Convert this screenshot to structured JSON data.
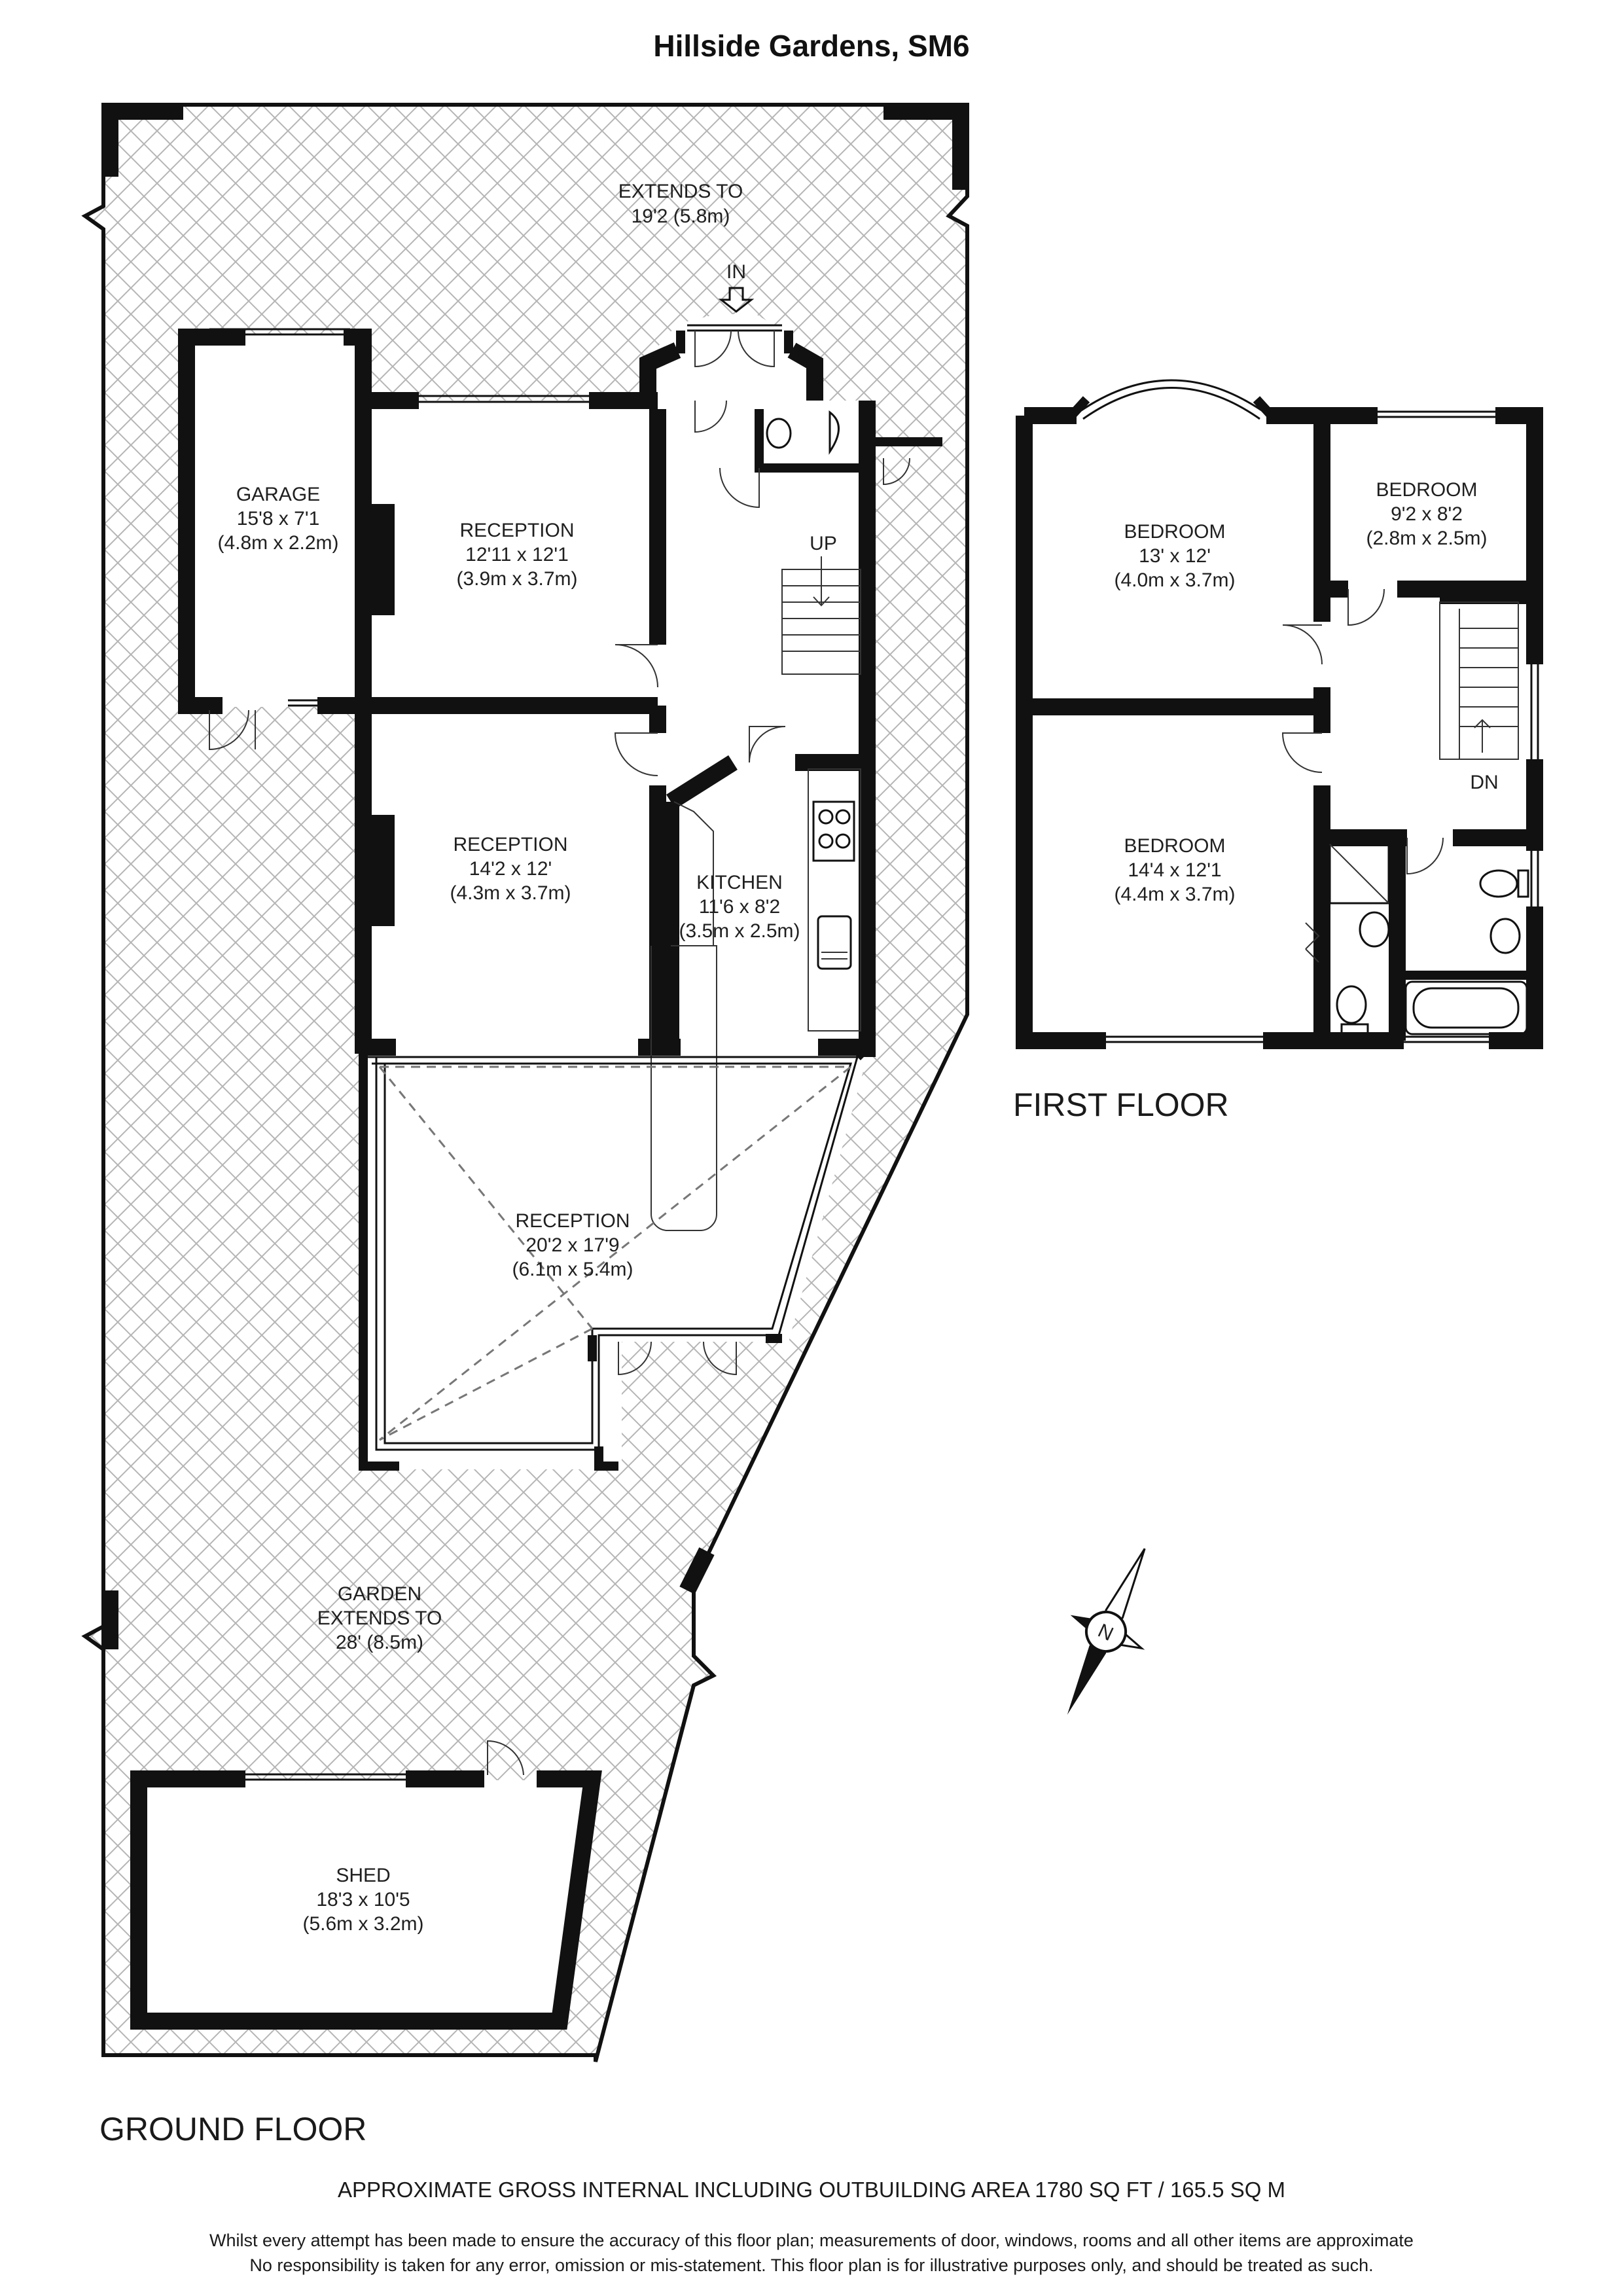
{
  "title": "Hillside Gardens, SM6",
  "floors": {
    "ground": "GROUND FLOOR",
    "first": "FIRST FLOOR"
  },
  "front": {
    "extends_label": "EXTENDS TO",
    "extends_value": "19'2 (5.8m)",
    "entrance": "IN"
  },
  "ground_rooms": {
    "garage": {
      "name": "GARAGE",
      "imperial": "15'8 x 7'1",
      "metric": "(4.8m x 2.2m)"
    },
    "reception_front": {
      "name": "RECEPTION",
      "imperial": "12'11 x 12'1",
      "metric": "(3.9m x 3.7m)"
    },
    "reception_middle": {
      "name": "RECEPTION",
      "imperial": "14'2 x 12'",
      "metric": "(4.3m x 3.7m)"
    },
    "kitchen": {
      "name": "KITCHEN",
      "imperial": "11'6 x 8'2",
      "metric": "(3.5m x 2.5m)"
    },
    "reception_rear": {
      "name": "RECEPTION",
      "imperial": "20'2 x 17'9",
      "metric": "(6.1m x 5.4m)"
    },
    "stairs_up": "UP"
  },
  "garden": {
    "name": "GARDEN",
    "extends_label": "EXTENDS TO",
    "extends_value": "28' (8.5m)"
  },
  "shed": {
    "name": "SHED",
    "imperial": "18'3 x 10'5",
    "metric": "(5.6m x 3.2m)"
  },
  "first_rooms": {
    "bedroom_front": {
      "name": "BEDROOM",
      "imperial": "13' x 12'",
      "metric": "(4.0m x 3.7m)"
    },
    "bedroom_small": {
      "name": "BEDROOM",
      "imperial": "9'2 x 8'2",
      "metric": "(2.8m x 2.5m)"
    },
    "bedroom_rear": {
      "name": "BEDROOM",
      "imperial": "14'4 x 12'1",
      "metric": "(4.4m x 3.7m)"
    },
    "stairs_down": "DN"
  },
  "compass": {
    "letter": "N"
  },
  "area_text": "APPROXIMATE GROSS INTERNAL INCLUDING OUTBUILDING AREA 1780 SQ FT / 165.5 SQ M",
  "disclaimer": [
    "Whilst every attempt has been made to ensure the accuracy of this floor plan; measurements of door, windows, rooms and all other items are approximate",
    "No responsibility is taken for any error, omission or mis-statement. This floor plan is for illustrative purposes only, and should be treated as such."
  ]
}
